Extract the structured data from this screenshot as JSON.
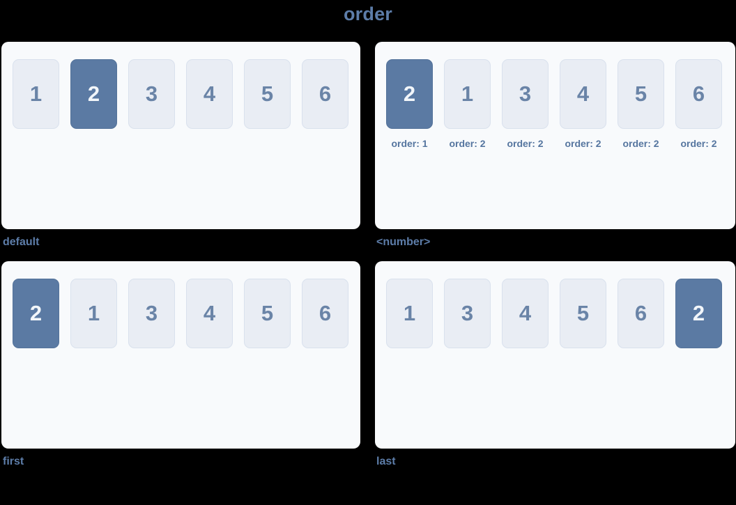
{
  "title": "order",
  "colors": {
    "background": "#000000",
    "accent_text": "#5d7da9",
    "panel_background": "#f8fafc",
    "box_background": "#e9edf4",
    "box_border": "#d9e1ed",
    "box_number": "#6a84a7",
    "highlight_background": "#5b7aa3",
    "highlight_text": "#f2f6fa",
    "order_label_text": "#55759f"
  },
  "panels": [
    {
      "caption": "default",
      "items": [
        {
          "value": "1",
          "highlighted": false
        },
        {
          "value": "2",
          "highlighted": true
        },
        {
          "value": "3",
          "highlighted": false
        },
        {
          "value": "4",
          "highlighted": false
        },
        {
          "value": "5",
          "highlighted": false
        },
        {
          "value": "6",
          "highlighted": false
        }
      ]
    },
    {
      "caption": "<number>",
      "items": [
        {
          "value": "2",
          "highlighted": true,
          "order": "order: 1"
        },
        {
          "value": "1",
          "highlighted": false,
          "order": "order: 2"
        },
        {
          "value": "3",
          "highlighted": false,
          "order": "order: 2"
        },
        {
          "value": "4",
          "highlighted": false,
          "order": "order: 2"
        },
        {
          "value": "5",
          "highlighted": false,
          "order": "order: 2"
        },
        {
          "value": "6",
          "highlighted": false,
          "order": "order: 2"
        }
      ]
    },
    {
      "caption": "first",
      "items": [
        {
          "value": "2",
          "highlighted": true
        },
        {
          "value": "1",
          "highlighted": false
        },
        {
          "value": "3",
          "highlighted": false
        },
        {
          "value": "4",
          "highlighted": false
        },
        {
          "value": "5",
          "highlighted": false
        },
        {
          "value": "6",
          "highlighted": false
        }
      ]
    },
    {
      "caption": "last",
      "items": [
        {
          "value": "1",
          "highlighted": false
        },
        {
          "value": "3",
          "highlighted": false
        },
        {
          "value": "4",
          "highlighted": false
        },
        {
          "value": "5",
          "highlighted": false
        },
        {
          "value": "6",
          "highlighted": false
        },
        {
          "value": "2",
          "highlighted": true
        }
      ]
    }
  ]
}
